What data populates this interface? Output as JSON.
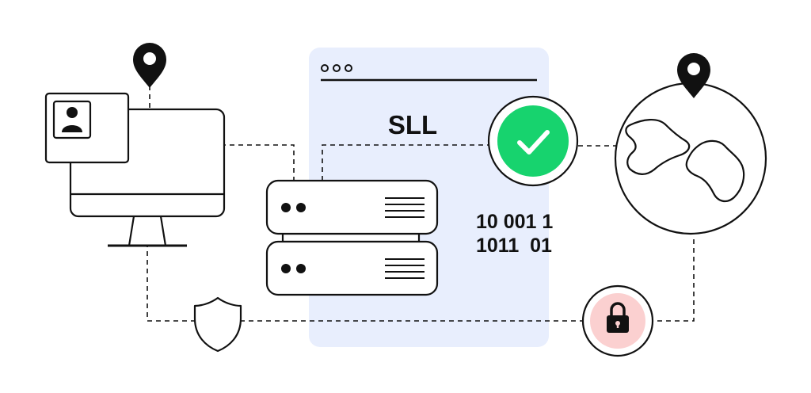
{
  "title": "SLL",
  "binary": {
    "line1": "10 001 1",
    "line2": "1011  01"
  },
  "colors": {
    "panel": "#e8eefd",
    "check": "#17d36e",
    "lock_bg": "#fbd0d0",
    "stroke": "#111111"
  },
  "icons": [
    "location-pin-icon",
    "user-icon",
    "monitor-icon",
    "server-icon",
    "browser-window-icon",
    "check-icon",
    "globe-icon",
    "shield-icon",
    "lock-icon"
  ]
}
